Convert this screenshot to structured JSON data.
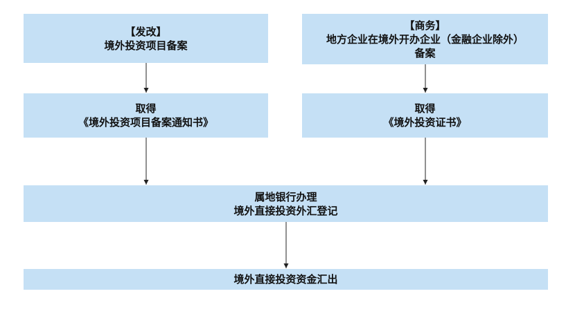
{
  "nodes": {
    "fagai": {
      "line1": "【发改】",
      "line2": "境外投资项目备案"
    },
    "shangwu": {
      "line1": "【商务】",
      "line2": "地方企业在境外开办企业（金融企业除外）",
      "line3": "备案"
    },
    "quzhi_left": {
      "line1": "取得",
      "line2": "《境外投资项目备案通知书》"
    },
    "quzhi_right": {
      "line1": "取得",
      "line2": "《境外投资证书》"
    },
    "bank": {
      "line1": "属地银行办理",
      "line2": "境外直接投资外汇登记"
    },
    "outflow": {
      "line1": "境外直接投资资金汇出"
    }
  },
  "colors": {
    "box_fill": "#c5e0f5",
    "arrow": "#222222",
    "text": "#111111"
  }
}
